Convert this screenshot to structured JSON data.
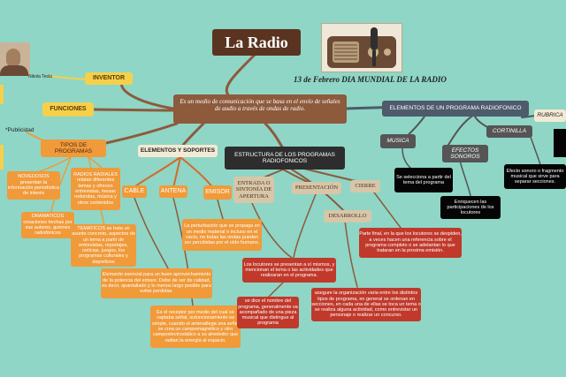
{
  "title": "La Radio",
  "date_text": "13 de Febrero DIA MUNDIAL DE LA RADIO",
  "definition": "Es un medio de comunicación que se basa en el envío de señales de audio a través de ondas de radio.",
  "left": {
    "person_label": "Nikola Tesla",
    "inventor": "INVENTOR",
    "funciones": "FUNCIONES",
    "publicidad": "*Publicidad",
    "tipos": "TIPOS DE PROGRAMAS",
    "tipos_items": [
      "NOVEDOSOS presentan la información periodística de interés",
      "RADIOS RADIALES relatan diferentes temas y ofrecen entrevistas, mesas redondas, música y otros contenidos",
      "DRAMATICOS creaciones hechas por sus autores, guiones radiofónicos",
      "TEMATICOS se trata un asunto concreto, aspectos de un tema a partir de entrevistas, reportajes, noticias, juegos, los programas culturales y deportivos"
    ],
    "elementos": "ELEMENTOS Y SOPORTES",
    "cable": "CABLE",
    "antena": "ANTENA",
    "emisor": "EMISOR",
    "emisor_desc": "Elemento esencial para un buen aprovechamiento de la potencia del emisor. Debe de ser de calidad, es decir, apantallado y lo menos largo posible para evitar perdidas.",
    "receptor_desc": "Es el receptor por medio del cual se captaba señal, sufuncionamiento es simple, cuando el antenallega una señal se crea un campomagnético y otro campoelectrostático a su alrededor que radian la energía al espacio.",
    "perturbacion": "La perturbación que se propaga en un medio material o incluso en el vacío, no todas las ondas pueden ser percibidas por el oído humano."
  },
  "center": {
    "estructura": "ESTRUCTURA DE LOS PROGRAMAS RADIOFONICOS",
    "entrada": "ENTRADA O SINTONÍA DE APERTURA",
    "presentacion": "PRESENTACIÓN",
    "cierre": "CIERRE",
    "desarrollo": "DESARROLLO",
    "locutores_text": "Los locutores se presentan a sí mismos, y mencionan el tema o las actividades que realizaran en el programa.",
    "nombre_text": "se dice el nombre del programa, generalmente va acompañado de una pieza musical que distingue al programa",
    "organizacion_text": "asegure la organización varia entre los distintos tipos de programa, en general se ordenan en secciones, en cada una de ellas se toca un tema o se realiza alguna actividad, como entrevistar un personaje o realizar un concurso.",
    "cierre_text": "Parte final, en la que los locutores se despiden, a veces hacen una referencia sobre el programa completo o se adelantan lo que trataran en la proxima emisión."
  },
  "right": {
    "elementos_programa": "ELEMENTOS DE UN PROGRAMA RADIOFONICO",
    "rubrica": "RUBRICA",
    "musica": "MUSICA",
    "cortinilla": "CORTINILLA",
    "efectos": "EFECTOS SONOROS",
    "musica_desc": "Se selecciona a partir del tema del programa",
    "efectos_desc": "Enriquecen las participaciones de los locutores",
    "cortinilla_desc": "Efecto sonoro o fragmento musical que sirve para separar secciones."
  }
}
